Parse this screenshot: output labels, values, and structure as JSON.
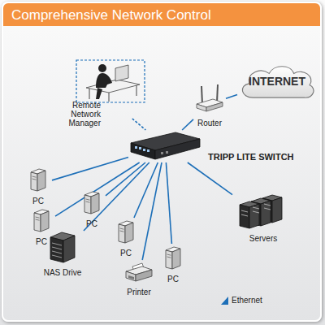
{
  "diagram": {
    "title": "Comprehensive Network Control",
    "nodes": [
      {
        "text": [
          "INTERNET"
        ]
      },
      {
        "text": [
          "Remote Network Manager"
        ]
      },
      {
        "text": [
          "Router"
        ]
      },
      {
        "text": [
          "TRIPP LITE SWITCH"
        ]
      },
      {
        "text": [
          "PC"
        ]
      },
      {
        "text": [
          "PC"
        ]
      },
      {
        "text": [
          "PC"
        ]
      },
      {
        "text": [
          "NAS Drive"
        ]
      },
      {
        "text": [
          "PC"
        ]
      },
      {
        "text": [
          "Printer"
        ]
      },
      {
        "text": [
          "PC"
        ]
      },
      {
        "text": [
          "Servers"
        ]
      }
    ],
    "edges": [
      {
        "from": 2,
        "to": 0,
        "arrow": "none"
      },
      {
        "from": 3,
        "to": 2,
        "arrow": "none"
      },
      {
        "from": 1,
        "to": 3,
        "arrow": "none"
      },
      {
        "from": 3,
        "to": 4,
        "arrow": "none"
      },
      {
        "from": 3,
        "to": 5,
        "arrow": "none"
      },
      {
        "from": 3,
        "to": 6,
        "arrow": "none"
      },
      {
        "from": 3,
        "to": 7,
        "arrow": "none"
      },
      {
        "from": 3,
        "to": 8,
        "arrow": "none"
      },
      {
        "from": 3,
        "to": 9,
        "arrow": "none"
      },
      {
        "from": 3,
        "to": 10,
        "arrow": "none"
      },
      {
        "from": 3,
        "to": 11,
        "arrow": "none"
      }
    ],
    "legend": [
      {
        "text": "Ethernet",
        "color": "#1d6fb8"
      }
    ]
  }
}
